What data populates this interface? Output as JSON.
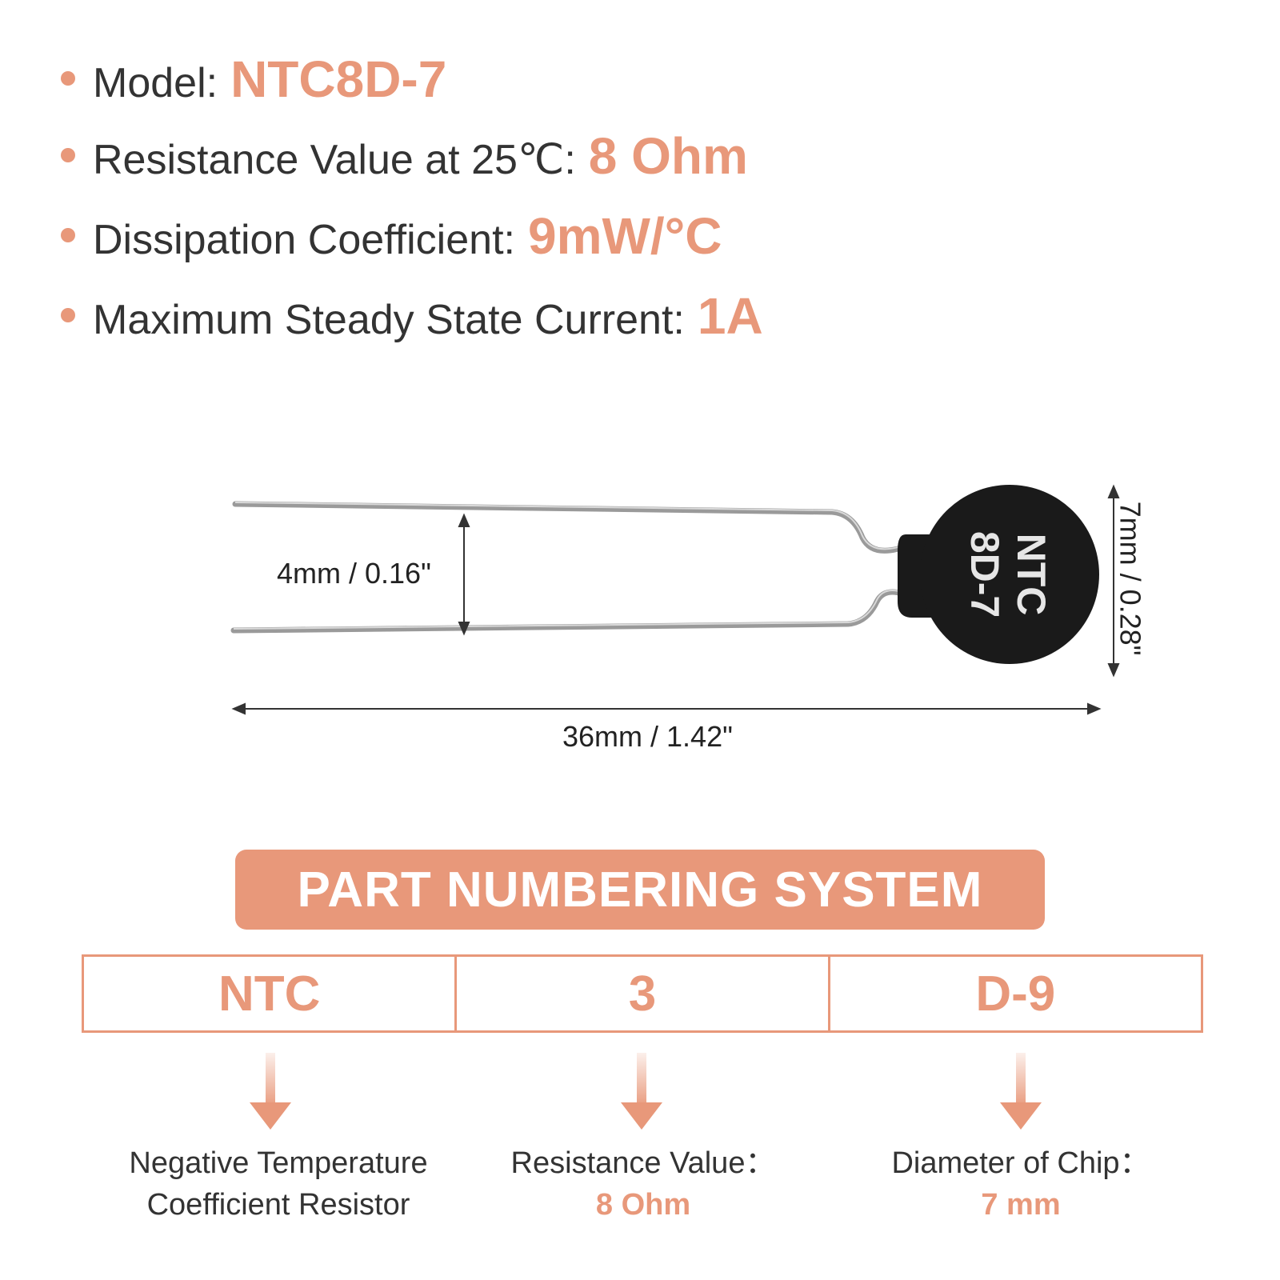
{
  "specs": [
    {
      "label": "Model:",
      "value": "NTC8D-7"
    },
    {
      "label": "Resistance Value at 25℃:",
      "value": "8 Ohm"
    },
    {
      "label": "Dissipation Coefficient:",
      "value": "9mW/°C"
    },
    {
      "label": "Maximum Steady State Current:",
      "value": "1A"
    }
  ],
  "component": {
    "marking_line1": "NTC",
    "marking_line2": "8D-7"
  },
  "dimensions": {
    "lead_spacing": "4mm / 0.16\"",
    "total_length": "36mm / 1.42\"",
    "diameter": "7mm / 0.28\""
  },
  "numbering": {
    "title": "PART NUMBERING SYSTEM",
    "codes": [
      "NTC",
      "3",
      "D-9"
    ],
    "descriptions": [
      {
        "line1": "Negative Temperature",
        "line2": "Coefficient Resistor"
      },
      {
        "line1": "Resistance Value：",
        "value": "8 Ohm"
      },
      {
        "line1": "Diameter of Chip：",
        "value": "7 mm"
      }
    ]
  },
  "colors": {
    "accent": "#E8987A",
    "text": "#333333",
    "component_body": "#1a1a1a"
  }
}
